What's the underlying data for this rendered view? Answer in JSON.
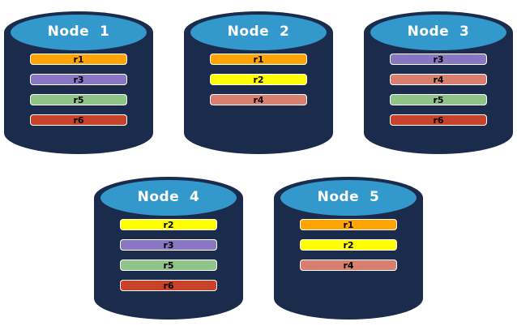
{
  "diagram": {
    "description_visible_elements": "five database cylinder nodes with replica bars",
    "colors": {
      "cylinder_body": "#1A2B4C",
      "cylinder_top": "#3399CC",
      "node_title_text": "#FFFFFF",
      "bar_text": "#000000",
      "bar_border": "#FFFFFF",
      "background": "#FFFFFF"
    },
    "replica_colors": {
      "r1": "#FFA400",
      "r2": "#FFFF00",
      "r3": "#8878C4",
      "r4": "#D97F6F",
      "r5": "#8EC487",
      "r6": "#C9432A"
    },
    "nodes": [
      {
        "label": "Node  1",
        "replicas": [
          "r1",
          "r3",
          "r5",
          "r6"
        ],
        "row": 1
      },
      {
        "label": "Node  2",
        "replicas": [
          "r1",
          "r2",
          "r4"
        ],
        "row": 1
      },
      {
        "label": "Node  3",
        "replicas": [
          "r3",
          "r4",
          "r5",
          "r6"
        ],
        "row": 1
      },
      {
        "label": "Node  4",
        "replicas": [
          "r2",
          "r3",
          "r5",
          "r6"
        ],
        "row": 2
      },
      {
        "label": "Node  5",
        "replicas": [
          "r1",
          "r2",
          "r4"
        ],
        "row": 2
      }
    ]
  }
}
